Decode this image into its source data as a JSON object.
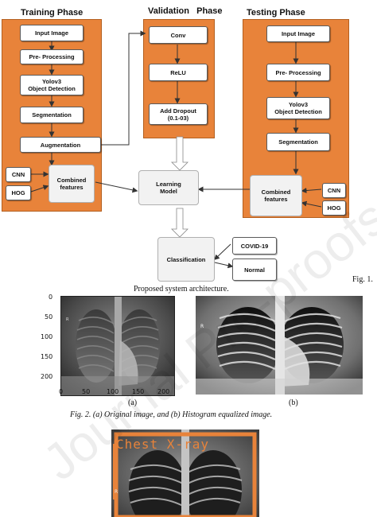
{
  "diagram": {
    "phases": {
      "training": "Training Phase",
      "validation": "Validation   Phase",
      "testing": "Testing Phase"
    },
    "training_steps": [
      "Input Image",
      "Pre- Processing",
      "Yolov3\nObject Detection",
      "Segmentation",
      "Augmentation"
    ],
    "validation_steps": [
      "Conv",
      "ReLU",
      "Add Dropout\n(0.1-03)"
    ],
    "testing_steps": [
      "Input Image",
      "Pre- Processing",
      "Yolov3\nObject Detection",
      "Segmentation"
    ],
    "features": {
      "cnn": "CNN",
      "hog": "HOG",
      "combined": "Combined\nfeatures"
    },
    "learning_model": "Learning\nModel",
    "classification": "Classification",
    "outputs": [
      "COVID-19",
      "Normal"
    ]
  },
  "fig1": {
    "label": "Fig. 1.",
    "caption": "Proposed system architecture."
  },
  "fig2": {
    "y_ticks": [
      "0",
      "50",
      "100",
      "150",
      "200"
    ],
    "x_ticks": [
      "0",
      "50",
      "100",
      "150",
      "200"
    ],
    "label_a": "(a)",
    "label_b": "(b)",
    "caption": "Fig. 2. (a) Original image, and (b) Histogram equalized image."
  },
  "fig3": {
    "overlay_text": "Chest X-ray"
  },
  "watermark": "Journal Pre-proofs",
  "colors": {
    "panel": "#e8833a",
    "panel_border": "#b35f1f",
    "box_border": "#5a5a5a"
  }
}
